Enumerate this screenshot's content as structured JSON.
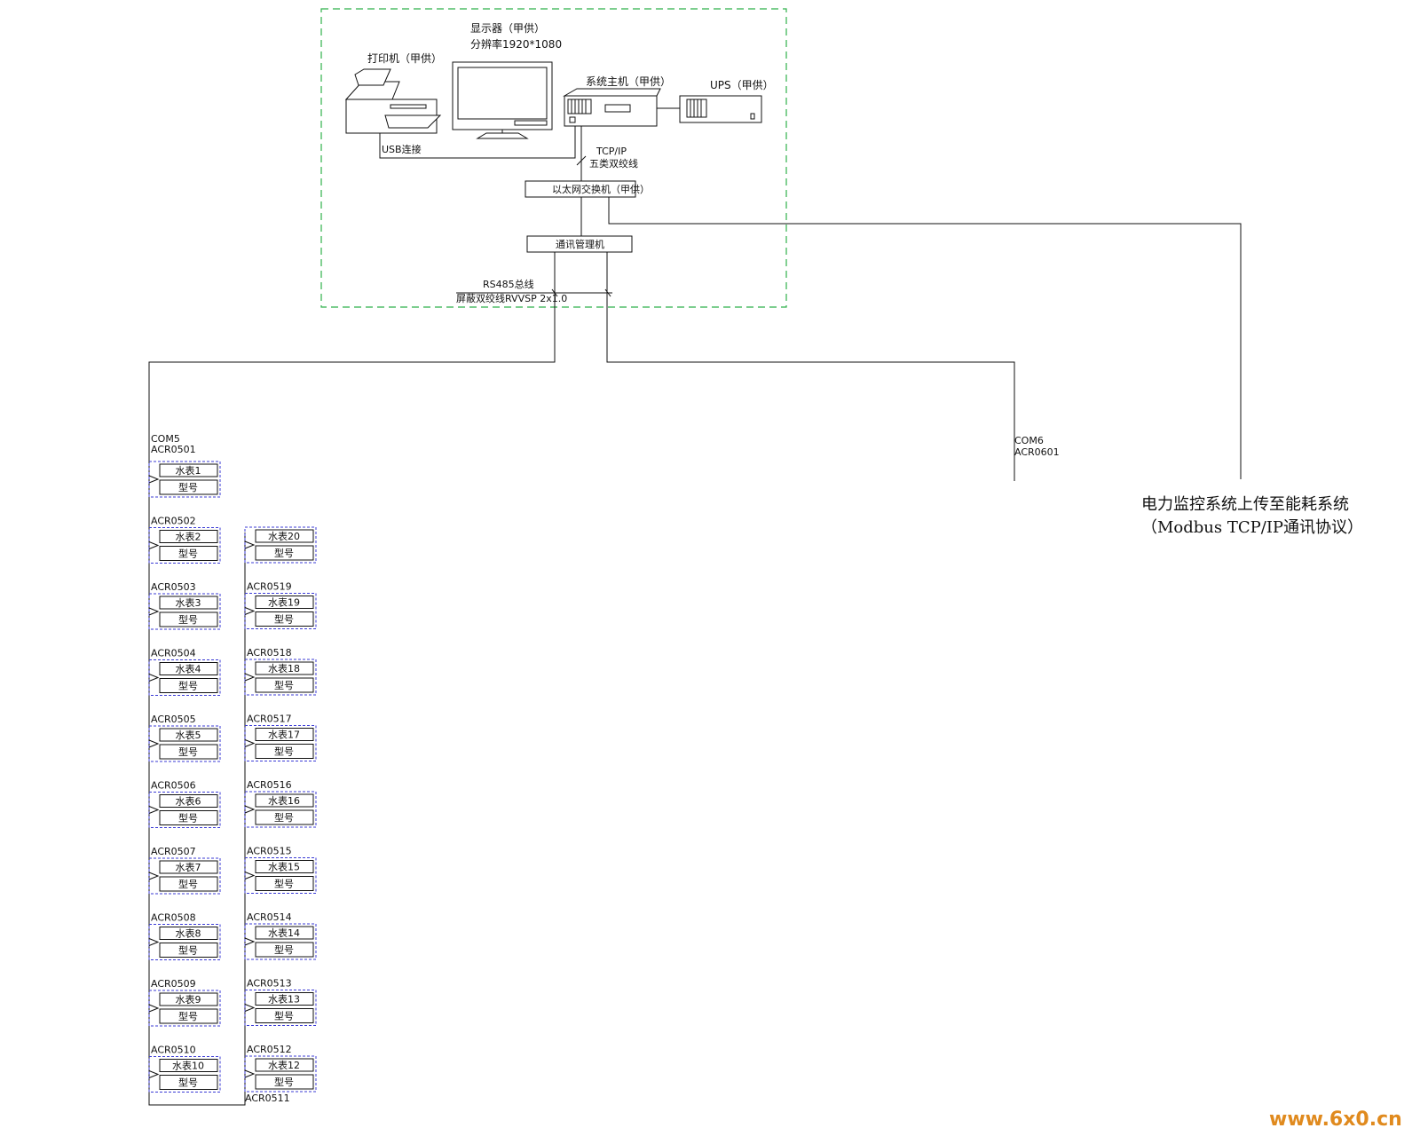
{
  "equipment": {
    "monitor": {
      "title": "显示器（甲供）",
      "subtitle": "分辨率1920*1080"
    },
    "printer": {
      "label": "打印机（甲供）",
      "usb_label": "USB连接"
    },
    "host": {
      "label": "系统主机（甲供）"
    },
    "ups": {
      "label": "UPS（甲供）"
    },
    "switch": {
      "label": "以太网交换机（甲供）"
    },
    "server": {
      "label": "通讯管理机"
    },
    "tcpip_label": "TCP/IP",
    "cable_label": "五类双绞线",
    "rs485_label": "RS485总线",
    "rs485_note": "屏蔽双绞线RVVSP 2x1.0"
  },
  "ports": {
    "com5": {
      "port": "COM5",
      "first_device": "ACR0501"
    },
    "com6": {
      "port": "COM6",
      "first_device": "ACR0601"
    }
  },
  "upload": {
    "line1": "电力监控系统上传至能耗系统",
    "line2": "（Modbus TCP/IP通讯协议）"
  },
  "meters_left": [
    {
      "addr": "COM5 ACR0501",
      "name": "水表1",
      "model": "型号"
    },
    {
      "addr": "ACR0502",
      "name": "水表2",
      "model": "型号"
    },
    {
      "addr": "ACR0503",
      "name": "水表3",
      "model": "型号"
    },
    {
      "addr": "ACR0504",
      "name": "水表4",
      "model": "型号"
    },
    {
      "addr": "ACR0505",
      "name": "水表5",
      "model": "型号"
    },
    {
      "addr": "ACR0506",
      "name": "水表6",
      "model": "型号"
    },
    {
      "addr": "ACR0507",
      "name": "水表7",
      "model": "型号"
    },
    {
      "addr": "ACR0508",
      "name": "水表8",
      "model": "型号"
    },
    {
      "addr": "ACR0509",
      "name": "水表9",
      "model": "型号"
    },
    {
      "addr": "ACR0510",
      "name": "水表10",
      "model": "型号"
    }
  ],
  "meters_right": [
    {
      "addr": "",
      "name": "水表20",
      "model": "型号"
    },
    {
      "addr": "ACR0519",
      "name": "水表19",
      "model": "型号"
    },
    {
      "addr": "ACR0518",
      "name": "水表18",
      "model": "型号"
    },
    {
      "addr": "ACR0517",
      "name": "水表17",
      "model": "型号"
    },
    {
      "addr": "ACR0516",
      "name": "水表16",
      "model": "型号"
    },
    {
      "addr": "ACR0515",
      "name": "水表15",
      "model": "型号"
    },
    {
      "addr": "ACR0514",
      "name": "水表14",
      "model": "型号"
    },
    {
      "addr": "ACR0513",
      "name": "水表13",
      "model": "型号"
    },
    {
      "addr": "ACR0512",
      "name": "水表12",
      "model": "型号"
    }
  ],
  "meter_bottom_right_addr": "ACR0511",
  "watermark": "www.6x0.cn"
}
